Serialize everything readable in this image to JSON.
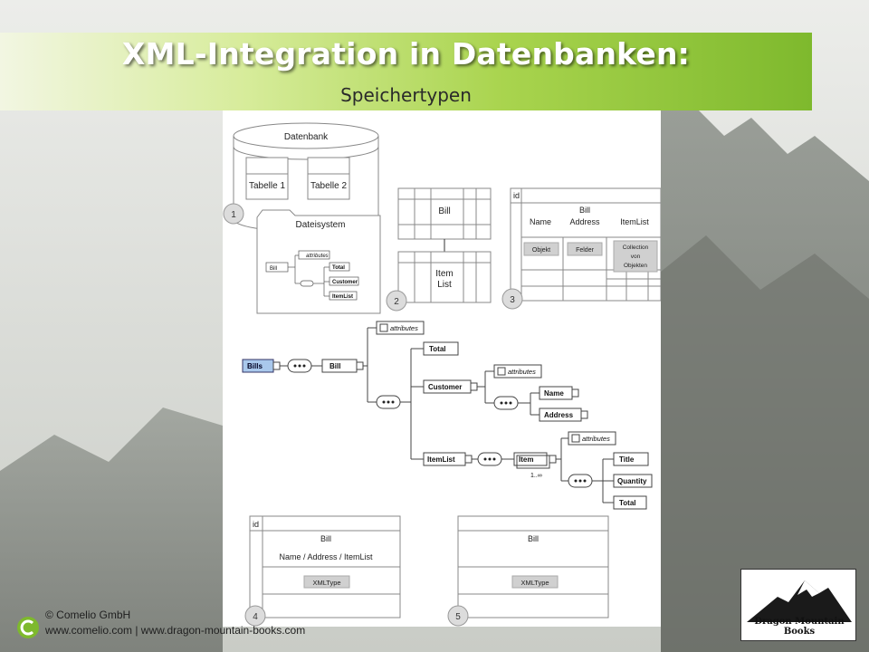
{
  "slide": {
    "title": "XML-Integration in Datenbanken:",
    "subtitle": "Speichertypen"
  },
  "diagram": {
    "step_numbers": [
      "1",
      "2",
      "3",
      "4",
      "5"
    ],
    "storage1": {
      "database_label": "Datenbank",
      "table1": "Tabelle 1",
      "table2": "Tabelle 2",
      "filesystem_label": "Dateisystem",
      "schema_root": "Bill",
      "schema_attributes": "attributes",
      "schema_children": [
        "Total",
        "Customer",
        "ItemList"
      ]
    },
    "storage2": {
      "top_label": "Bill",
      "bottom_label_line1": "Item",
      "bottom_label_line2": "List"
    },
    "storage3": {
      "id_label": "id",
      "bill_label": "Bill",
      "columns": [
        "Name",
        "Address",
        "ItemList"
      ],
      "cell_objekt": "Objekt",
      "cell_felder": "Felder",
      "cell_collection_lines": [
        "Collection",
        "von",
        "Objekten"
      ]
    },
    "schema": {
      "root": "Bills",
      "bill": "Bill",
      "attributes": "attributes",
      "total": "Total",
      "customer": "Customer",
      "customer_children": [
        "Name",
        "Address"
      ],
      "itemlist": "ItemList",
      "item": "Item",
      "item_multiplicity": "1..∞",
      "item_children": [
        "Title",
        "Quantity",
        "Total"
      ]
    },
    "storage4": {
      "id_label": "id",
      "bill_label": "Bill",
      "fields_label": "Name  / Address / ItemList",
      "type_label": "XMLType"
    },
    "storage5": {
      "bill_label": "Bill",
      "type_label": "XMLType"
    }
  },
  "footer": {
    "company": "© Comelio GmbH",
    "urls": "www.comelio.com | www.dragon-mountain-books.com",
    "brand": "Dragon Mountain Books"
  },
  "colors": {
    "accent_green": "#7eb92d",
    "highlight_blue": "#a9c8ec"
  }
}
